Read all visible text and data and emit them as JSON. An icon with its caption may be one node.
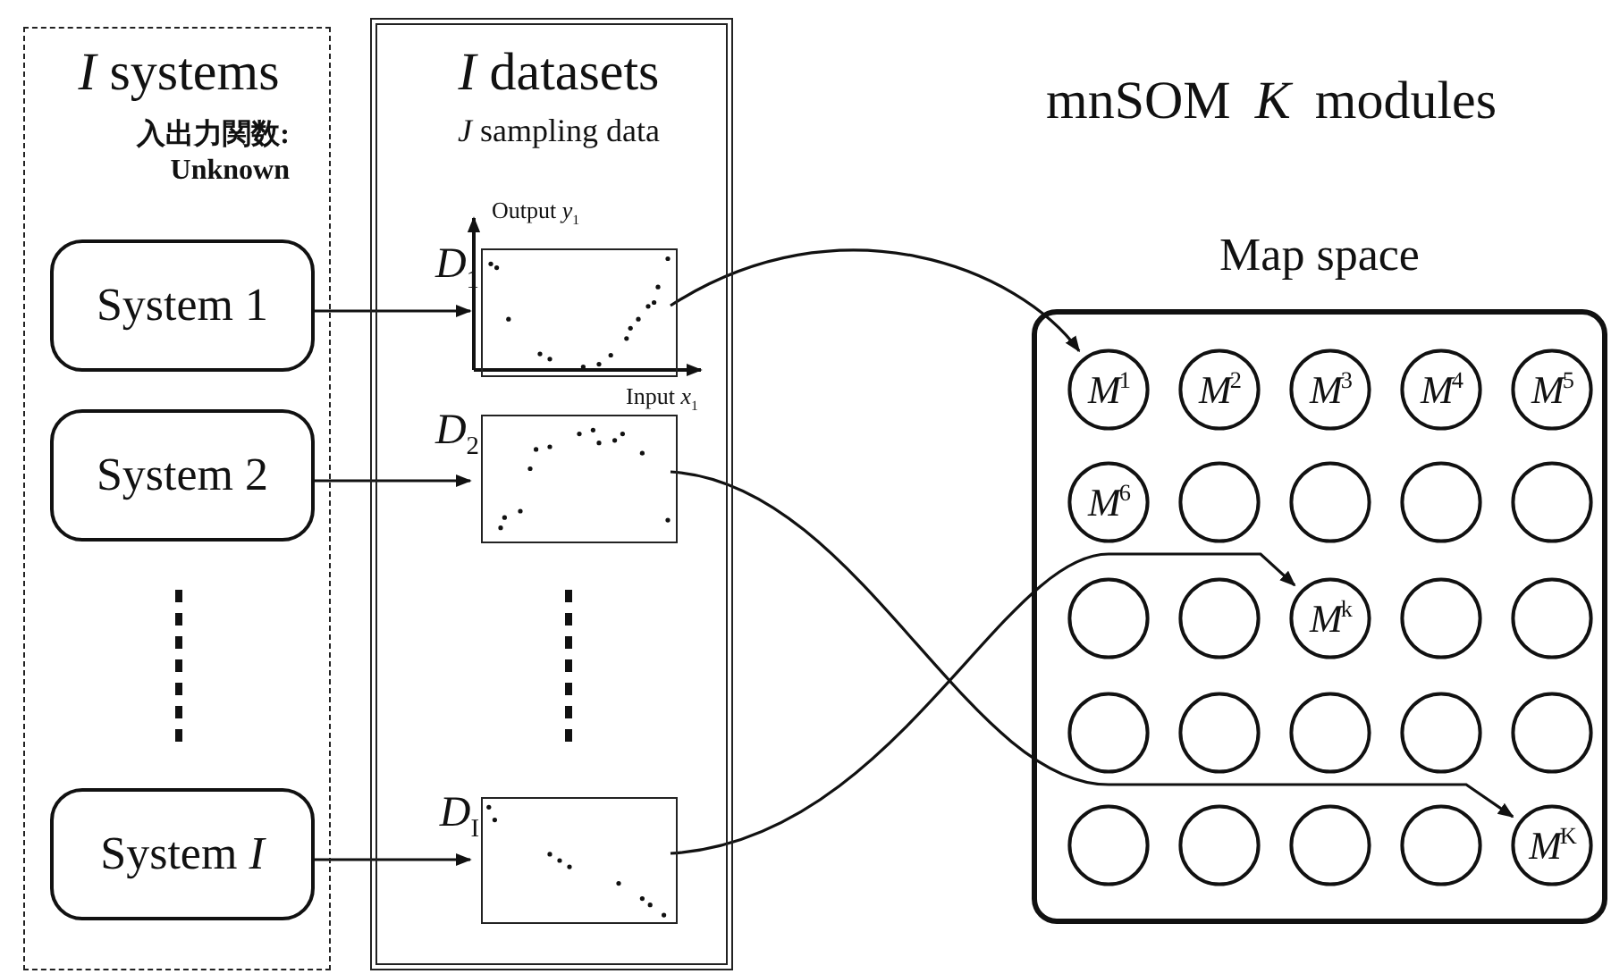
{
  "diagram": {
    "nodes": [
      {
        "text": [
          "*I* systems",
          "入出力関数: Unknown"
        ]
      },
      {
        "text": [
          "System 1"
        ],
        "in": 0
      },
      {
        "text": [
          "System 2"
        ],
        "in": 0
      },
      {
        "text": [
          "System *I*"
        ],
        "in": 0
      },
      {
        "text": [
          "*I* datasets",
          "*J* sampling data"
        ]
      },
      {
        "text": [],
        "shape": "box",
        "in": 4,
        "beside": [
          "*D*$_{1}$",
          "Output *y*$_{1}$",
          "Input *x*$_{1}$"
        ]
      },
      {
        "text": [],
        "shape": "box",
        "in": 4,
        "beside": [
          "*D*$_{2}$"
        ]
      },
      {
        "text": [],
        "shape": "box",
        "in": 4,
        "beside": [
          "*D*$_{I}$"
        ]
      },
      {
        "text": [
          "Map space"
        ]
      },
      {
        "text": [
          "*M*$^{1}$"
        ],
        "in": 8
      },
      {
        "text": [
          "*M*$^{2}$"
        ],
        "in": 8
      },
      {
        "text": [
          "*M*$^{3}$"
        ],
        "in": 8
      },
      {
        "text": [
          "*M*$^{4}$"
        ],
        "in": 8
      },
      {
        "text": [
          "*M*$^{5}$"
        ],
        "in": 8
      },
      {
        "text": [
          "*M*$^{6}$"
        ],
        "in": 8
      },
      {
        "text": [],
        "shape": "circle",
        "in": 8
      },
      {
        "text": [],
        "shape": "circle",
        "in": 8
      },
      {
        "text": [],
        "shape": "circle",
        "in": 8
      },
      {
        "text": [],
        "shape": "circle",
        "in": 8
      },
      {
        "text": [],
        "shape": "circle",
        "in": 8
      },
      {
        "text": [],
        "shape": "circle",
        "in": 8
      },
      {
        "text": [
          "*M*$^{k}$"
        ],
        "in": 8
      },
      {
        "text": [],
        "shape": "circle",
        "in": 8
      },
      {
        "text": [],
        "shape": "circle",
        "in": 8
      },
      {
        "text": [],
        "shape": "circle",
        "in": 8
      },
      {
        "text": [],
        "shape": "circle",
        "in": 8
      },
      {
        "text": [],
        "shape": "circle",
        "in": 8
      },
      {
        "text": [],
        "shape": "circle",
        "in": 8
      },
      {
        "text": [],
        "shape": "circle",
        "in": 8
      },
      {
        "text": [],
        "shape": "circle",
        "in": 8
      },
      {
        "text": [],
        "shape": "circle",
        "in": 8
      },
      {
        "text": [],
        "shape": "circle",
        "in": 8
      },
      {
        "text": [],
        "shape": "circle",
        "in": 8
      },
      {
        "text": [
          "*M*$^{K}$"
        ],
        "in": 8
      }
    ],
    "edges": [
      {
        "from": 1,
        "to": 5,
        "arrow": "to"
      },
      {
        "from": 2,
        "to": 6,
        "arrow": "to"
      },
      {
        "from": 3,
        "to": 7,
        "arrow": "to"
      },
      {
        "from": 5,
        "to": 9,
        "arrow": "to"
      },
      {
        "from": 6,
        "to": 33,
        "arrow": "to"
      },
      {
        "from": 7,
        "to": 21,
        "arrow": "to"
      }
    ],
    "labels": [
      "mnSOM *K* modules"
    ]
  }
}
